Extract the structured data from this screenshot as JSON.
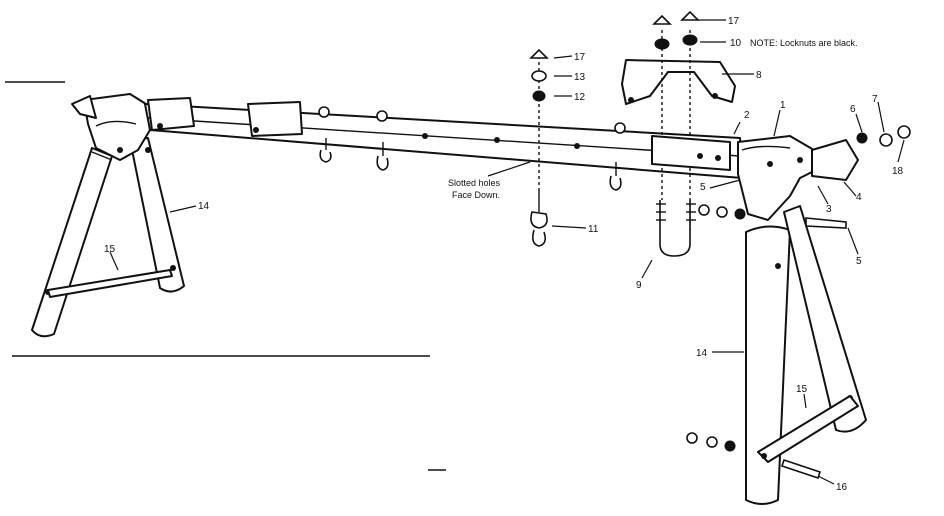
{
  "callouts": [
    {
      "id": "c1",
      "label": "1"
    },
    {
      "id": "c2",
      "label": "2"
    },
    {
      "id": "c3",
      "label": "3"
    },
    {
      "id": "c4",
      "label": "4"
    },
    {
      "id": "c5a",
      "label": "5"
    },
    {
      "id": "c5b",
      "label": "5"
    },
    {
      "id": "c6",
      "label": "6"
    },
    {
      "id": "c7",
      "label": "7"
    },
    {
      "id": "c8",
      "label": "8"
    },
    {
      "id": "c9",
      "label": "9"
    },
    {
      "id": "c10",
      "label": "10"
    },
    {
      "id": "c11",
      "label": "11"
    },
    {
      "id": "c12",
      "label": "12"
    },
    {
      "id": "c13",
      "label": "13"
    },
    {
      "id": "c14a",
      "label": "14"
    },
    {
      "id": "c14b",
      "label": "14"
    },
    {
      "id": "c15a",
      "label": "15"
    },
    {
      "id": "c15b",
      "label": "15"
    },
    {
      "id": "c16",
      "label": "16"
    },
    {
      "id": "c17a",
      "label": "17"
    },
    {
      "id": "c17b",
      "label": "17"
    },
    {
      "id": "c18",
      "label": "18"
    }
  ],
  "annotations": {
    "note": "NOTE: Locknuts are black.",
    "slotted_line1": "Slotted holes",
    "slotted_line2": "Face Down."
  }
}
